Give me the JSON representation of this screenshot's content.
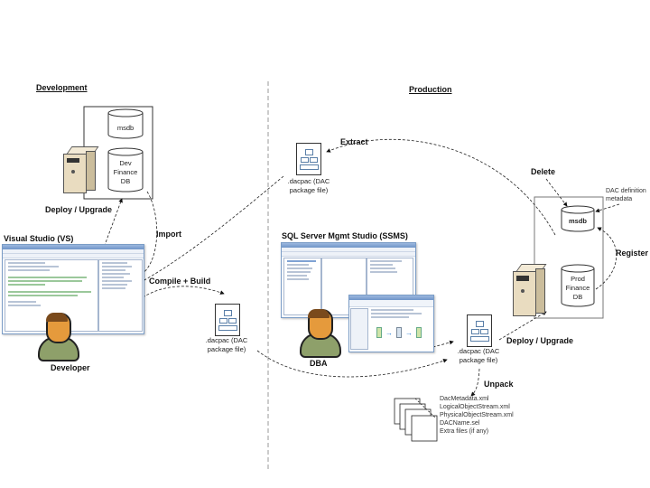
{
  "sections": {
    "development": "Development",
    "production": "Production"
  },
  "dev": {
    "server_icon": "server-tower-icon",
    "databases": [
      {
        "label": "msdb"
      },
      {
        "label": "Dev\nFinance\nDB"
      }
    ],
    "deploy_label": "Deploy / Upgrade",
    "import_label": "Import",
    "tool_title": "Visual Studio (VS)",
    "compile_label": "Compile + Build",
    "person_label": "Developer",
    "dacpac_caption": ".dacpac (DAC\npackage file)"
  },
  "prod": {
    "extract_label": "Extract",
    "extract_dacpac_caption": ".dacpac (DAC\npackage file)",
    "delete_label": "Delete",
    "metadata_label": "DAC definition\nmetadata",
    "register_label": "Register",
    "databases": [
      {
        "label": "msdb"
      },
      {
        "label": "Prod\nFinance\nDB"
      }
    ],
    "tool_title": "SQL Server Mgmt Studio (SSMS)",
    "person_label": "DBA",
    "deploy_label": "Deploy / Upgrade",
    "dacpac_caption": ".dacpac (DAC\npackage file)",
    "unpack_label": "Unpack",
    "unpacked_files": [
      "DacMetadata.xml",
      "LogicalObjectStream.xml",
      "PhysicalObjectStream.xml",
      "DACName.sel",
      "Extra files (if any)"
    ]
  },
  "colors": {
    "server_body": "#e9dcc0",
    "person_head": "#e59a3c",
    "person_body": "#8ea06a",
    "screenshot_title": "#7fa2d4"
  }
}
